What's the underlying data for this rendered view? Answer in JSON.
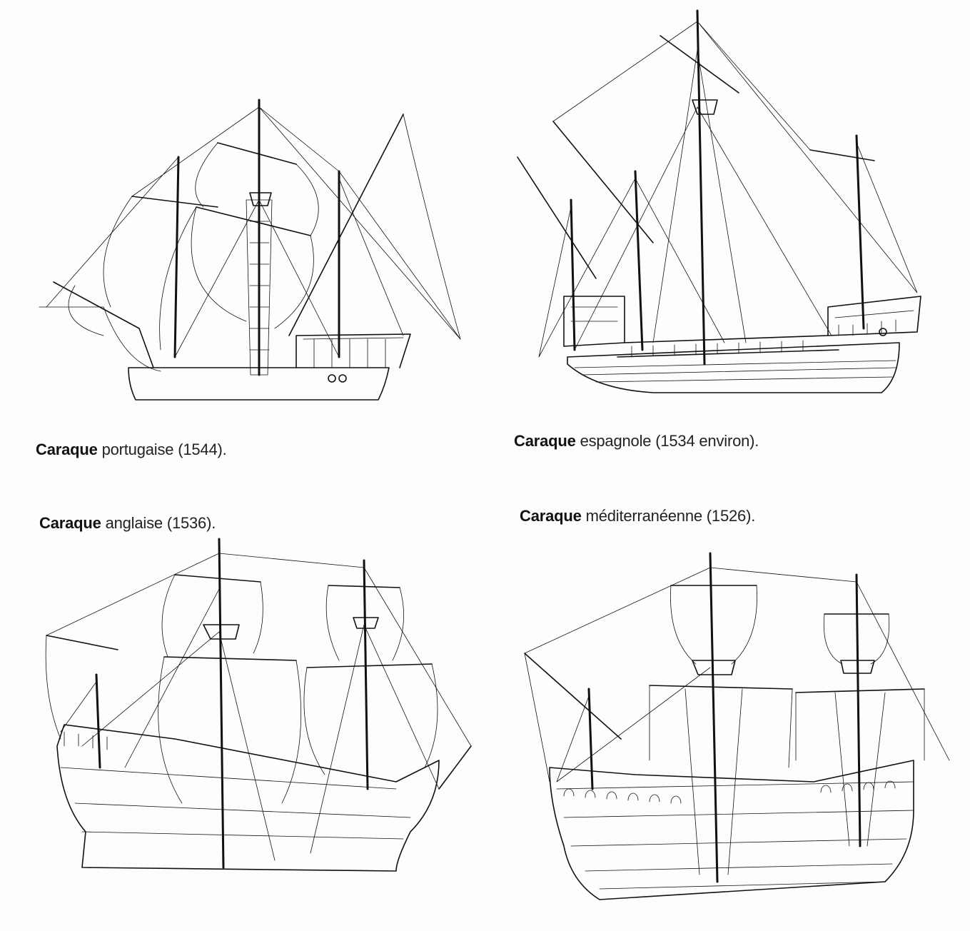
{
  "figures": [
    {
      "name": "Caraque",
      "description": "portugaise (1544)."
    },
    {
      "name": "Caraque",
      "description": "espagnole (1534 environ)."
    },
    {
      "name": "Caraque",
      "description": "anglaise (1536)."
    },
    {
      "name": "Caraque",
      "description": "méditerranéenne (1526)."
    }
  ]
}
